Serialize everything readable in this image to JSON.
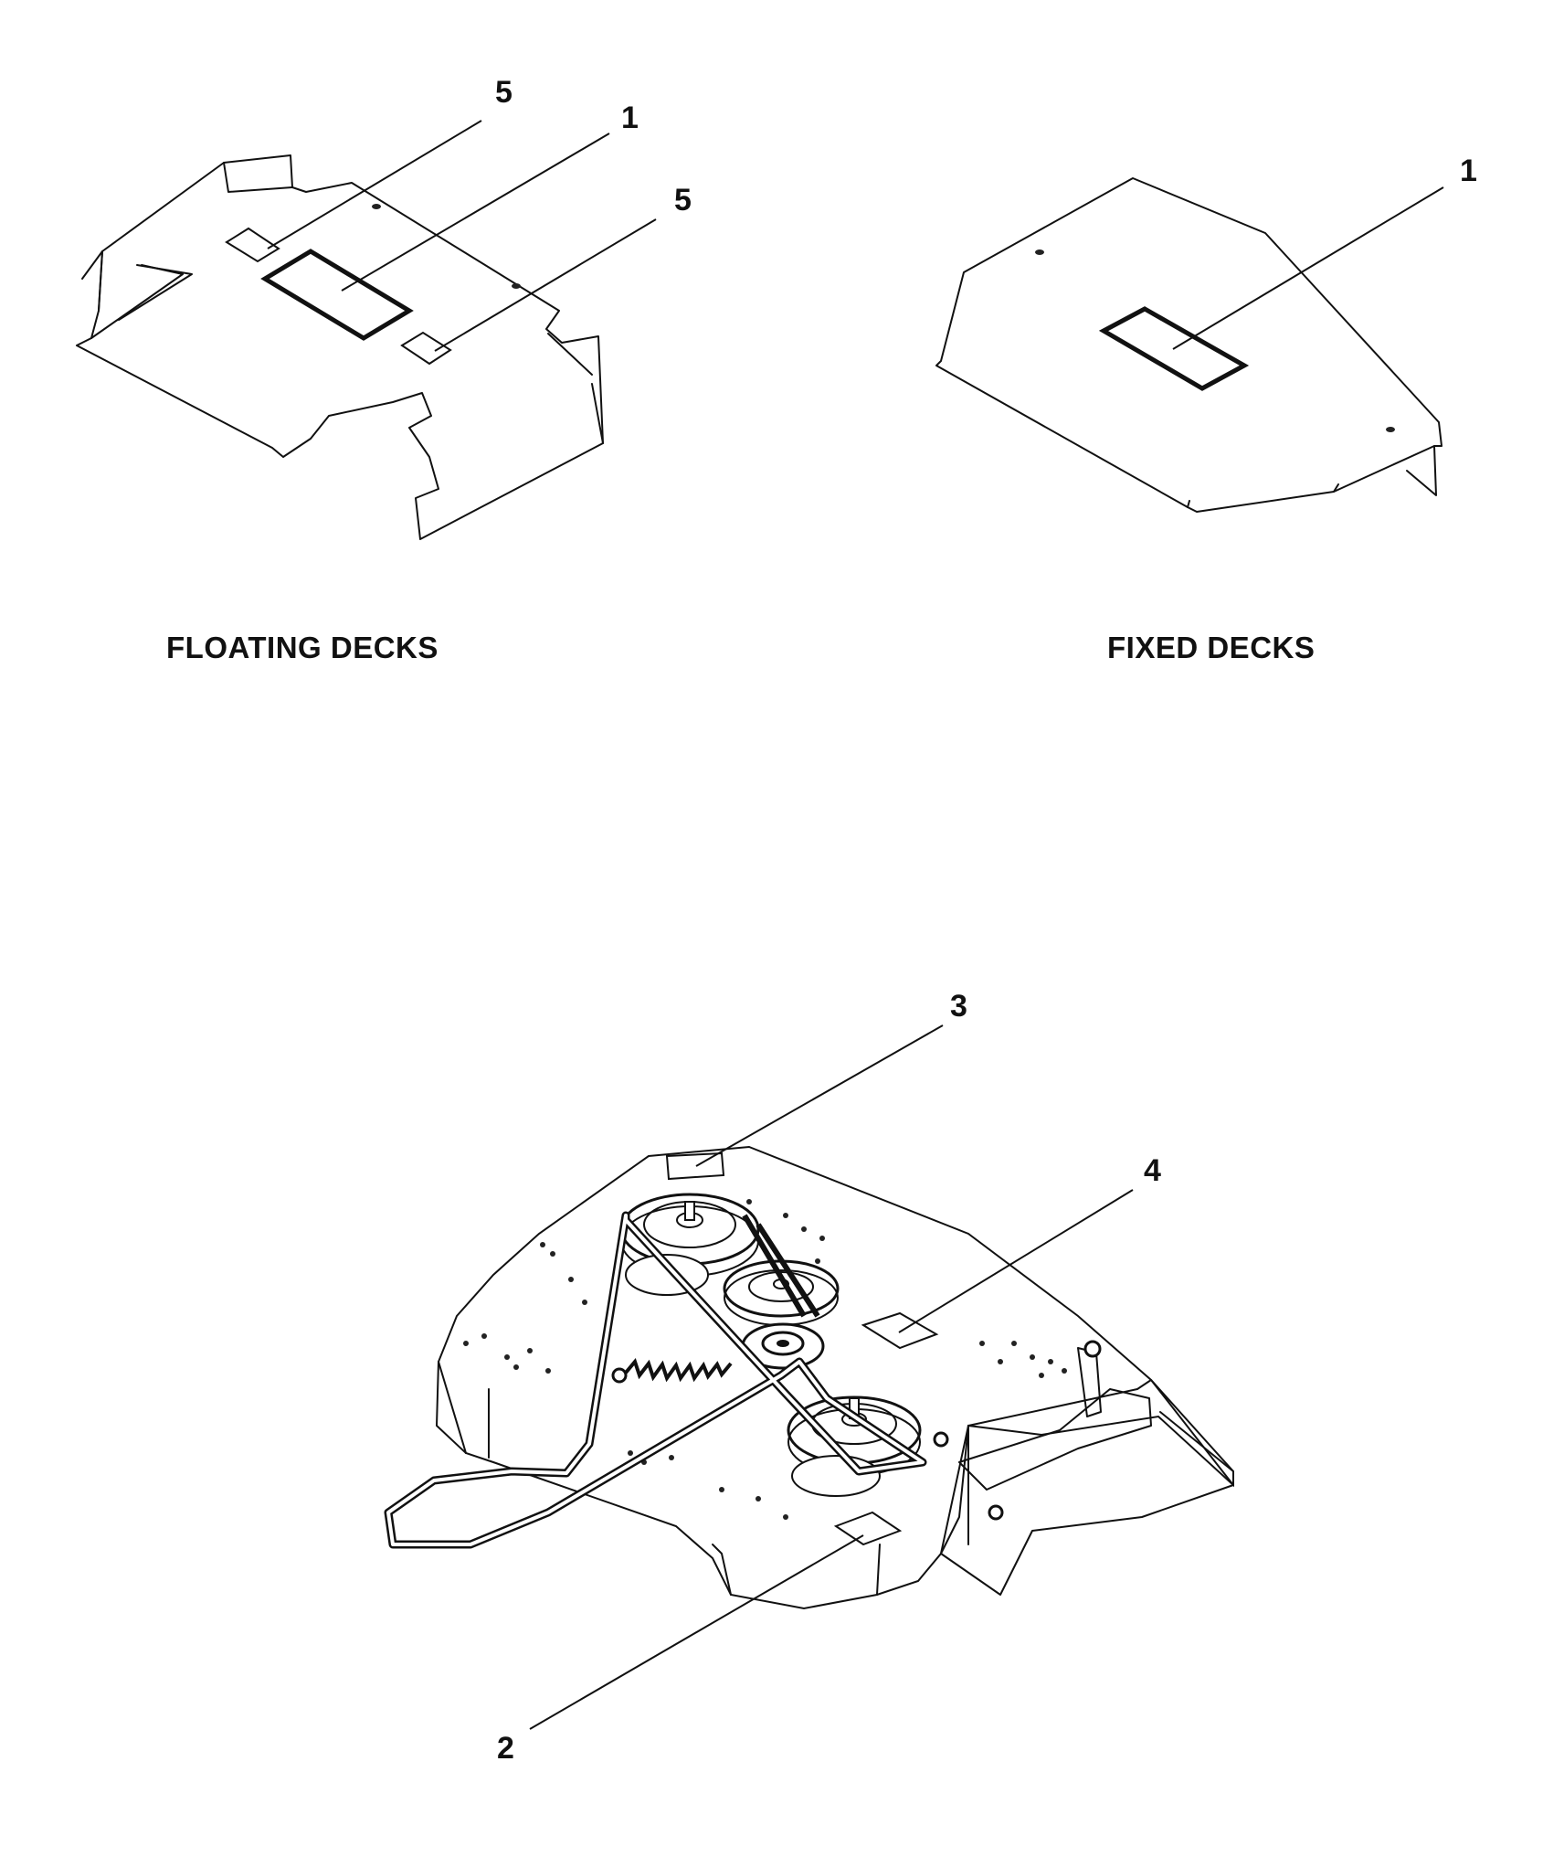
{
  "sections": {
    "floating_title": "FLOATING DECKS",
    "fixed_title": "FIXED DECKS"
  },
  "callouts": {
    "floating_decal_main": "1",
    "floating_decal_left": "5",
    "floating_decal_right": "5",
    "fixed_decal_main": "1",
    "deck_decal_front": "2",
    "deck_decal_rear": "3",
    "deck_decal_right": "4"
  }
}
